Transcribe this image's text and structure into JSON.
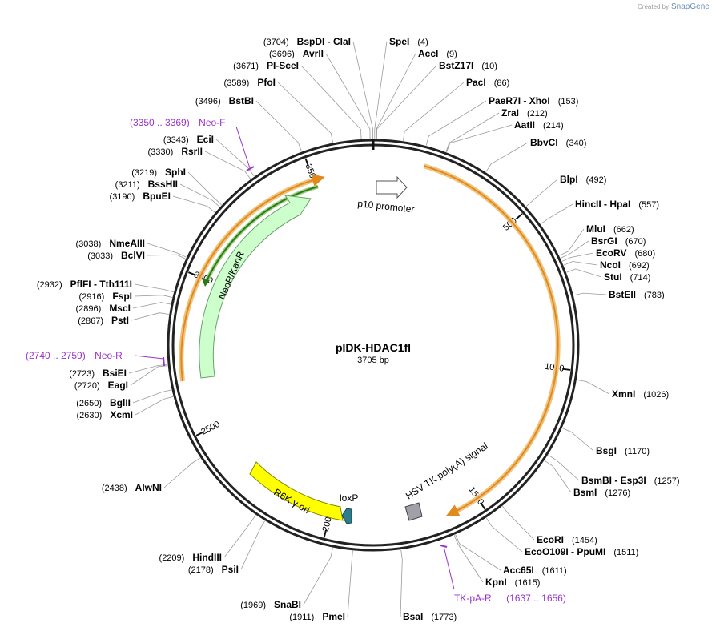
{
  "credit": {
    "prefix": "Created by",
    "brand": "SnapGene"
  },
  "plasmid": {
    "name": "pIDK-HDAC1fl",
    "length_label": "3705 bp",
    "length": 3705
  },
  "ring_ticks": [
    {
      "bp": 500,
      "label": "500"
    },
    {
      "bp": 1000,
      "label": "1000"
    },
    {
      "bp": 1500,
      "label": "1500"
    },
    {
      "bp": 2000,
      "label": "2000"
    },
    {
      "bp": 2500,
      "label": "2500"
    },
    {
      "bp": 3000,
      "label": "3000"
    },
    {
      "bp": 3500,
      "label": "3500"
    }
  ],
  "sites_right": [
    {
      "name": "SpeI",
      "pos": "(4)",
      "bp": 4
    },
    {
      "name": "AccI",
      "pos": "(9)",
      "bp": 9
    },
    {
      "name": "BstZ17I",
      "pos": "(10)",
      "bp": 10
    },
    {
      "name": "PacI",
      "pos": "(86)",
      "bp": 86
    },
    {
      "name": "PaeR7I  - XhoI",
      "pos": "(153)",
      "bp": 153
    },
    {
      "name": "ZraI",
      "pos": "(212)",
      "bp": 212
    },
    {
      "name": "AatII",
      "pos": "(214)",
      "bp": 214
    },
    {
      "name": "BbvCI",
      "pos": "(340)",
      "bp": 340
    },
    {
      "name": "BlpI",
      "pos": "(492)",
      "bp": 492
    },
    {
      "name": "HincII  - HpaI",
      "pos": "(557)",
      "bp": 557
    },
    {
      "name": "MluI",
      "pos": "(662)",
      "bp": 662
    },
    {
      "name": "BsrGI",
      "pos": "(670)",
      "bp": 670
    },
    {
      "name": "EcoRV",
      "pos": "(680)",
      "bp": 680
    },
    {
      "name": "NcoI",
      "pos": "(692)",
      "bp": 692
    },
    {
      "name": "StuI",
      "pos": "(714)",
      "bp": 714
    },
    {
      "name": "BstEII",
      "pos": "(783)",
      "bp": 783
    },
    {
      "name": "XmnI",
      "pos": "(1026)",
      "bp": 1026
    },
    {
      "name": "BsgI",
      "pos": "(1170)",
      "bp": 1170
    },
    {
      "name": "BsmBI  - Esp3I",
      "pos": "(1257)",
      "bp": 1257
    },
    {
      "name": "BsmI",
      "pos": "(1276)",
      "bp": 1276
    },
    {
      "name": "EcoRI",
      "pos": "(1454)",
      "bp": 1454
    },
    {
      "name": "EcoO109I  - PpuMI",
      "pos": "(1511)",
      "bp": 1511
    },
    {
      "name": "Acc65I",
      "pos": "(1611)",
      "bp": 1611
    },
    {
      "name": "KpnI",
      "pos": "(1615)",
      "bp": 1615
    },
    {
      "name": "BsaI",
      "pos": "(1773)",
      "bp": 1773
    }
  ],
  "sites_left": [
    {
      "name": "BspDI  - ClaI",
      "pos": "(3704)",
      "bp": 3704
    },
    {
      "name": "AvrII",
      "pos": "(3696)",
      "bp": 3696
    },
    {
      "name": "PI-SceI",
      "pos": "(3671)",
      "bp": 3671
    },
    {
      "name": "PfoI",
      "pos": "(3589)",
      "bp": 3589
    },
    {
      "name": "BstBI",
      "pos": "(3496)",
      "bp": 3496
    },
    {
      "name": "EciI",
      "pos": "(3343)",
      "bp": 3343
    },
    {
      "name": "RsrII",
      "pos": "(3330)",
      "bp": 3330
    },
    {
      "name": "SphI",
      "pos": "(3219)",
      "bp": 3219
    },
    {
      "name": "BssHII",
      "pos": "(3211)",
      "bp": 3211
    },
    {
      "name": "BpuEI",
      "pos": "(3190)",
      "bp": 3190
    },
    {
      "name": "NmeAIII",
      "pos": "(3038)",
      "bp": 3038
    },
    {
      "name": "BclVI",
      "pos": "(3033)",
      "bp": 3033
    },
    {
      "name": "PflFI  - Tth111I",
      "pos": "(2932)",
      "bp": 2932
    },
    {
      "name": "FspI",
      "pos": "(2916)",
      "bp": 2916
    },
    {
      "name": "MscI",
      "pos": "(2896)",
      "bp": 2896
    },
    {
      "name": "PstI",
      "pos": "(2867)",
      "bp": 2867
    },
    {
      "name": "BsiEI",
      "pos": "(2723)",
      "bp": 2723
    },
    {
      "name": "EagI",
      "pos": "(2720)",
      "bp": 2720
    },
    {
      "name": "BglII",
      "pos": "(2650)",
      "bp": 2650
    },
    {
      "name": "XcmI",
      "pos": "(2630)",
      "bp": 2630
    },
    {
      "name": "AlwNI",
      "pos": "(2438)",
      "bp": 2438
    },
    {
      "name": "HindIII",
      "pos": "(2209)",
      "bp": 2209
    },
    {
      "name": "PsiI",
      "pos": "(2178)",
      "bp": 2178
    },
    {
      "name": "SnaBI",
      "pos": "(1969)",
      "bp": 1969
    },
    {
      "name": "PmeI",
      "pos": "(1911)",
      "bp": 1911
    }
  ],
  "primers": [
    {
      "name": "Neo-F",
      "range": "(3350 .. 3369)",
      "start": 3350,
      "end": 3369,
      "side": "left"
    },
    {
      "name": "Neo-R",
      "range": "(2740 .. 2759)",
      "start": 2740,
      "end": 2759,
      "side": "left"
    },
    {
      "name": "TK-pA-R",
      "range": "(1637 .. 1656)",
      "start": 1637,
      "end": 1656,
      "side": "right"
    }
  ],
  "features": [
    {
      "name": "p10 promoter",
      "kind": "promoter",
      "color": "#ffffff"
    },
    {
      "name": "NeoR/KanR",
      "kind": "cds",
      "color": "#ccffcc"
    },
    {
      "name": "R6K γ ori",
      "kind": "origin",
      "color": "#ffff00"
    },
    {
      "name": "loxP",
      "kind": "site",
      "color": "#2e7d8c"
    },
    {
      "name": "HSV TK poly(A) signal",
      "kind": "terminator",
      "color": "#a0a0a8"
    }
  ],
  "colors": {
    "primer": "#9933cc",
    "orf_orange": "#e08a1e",
    "orf_green": "#2a7a1a",
    "backbone": "#222222"
  }
}
